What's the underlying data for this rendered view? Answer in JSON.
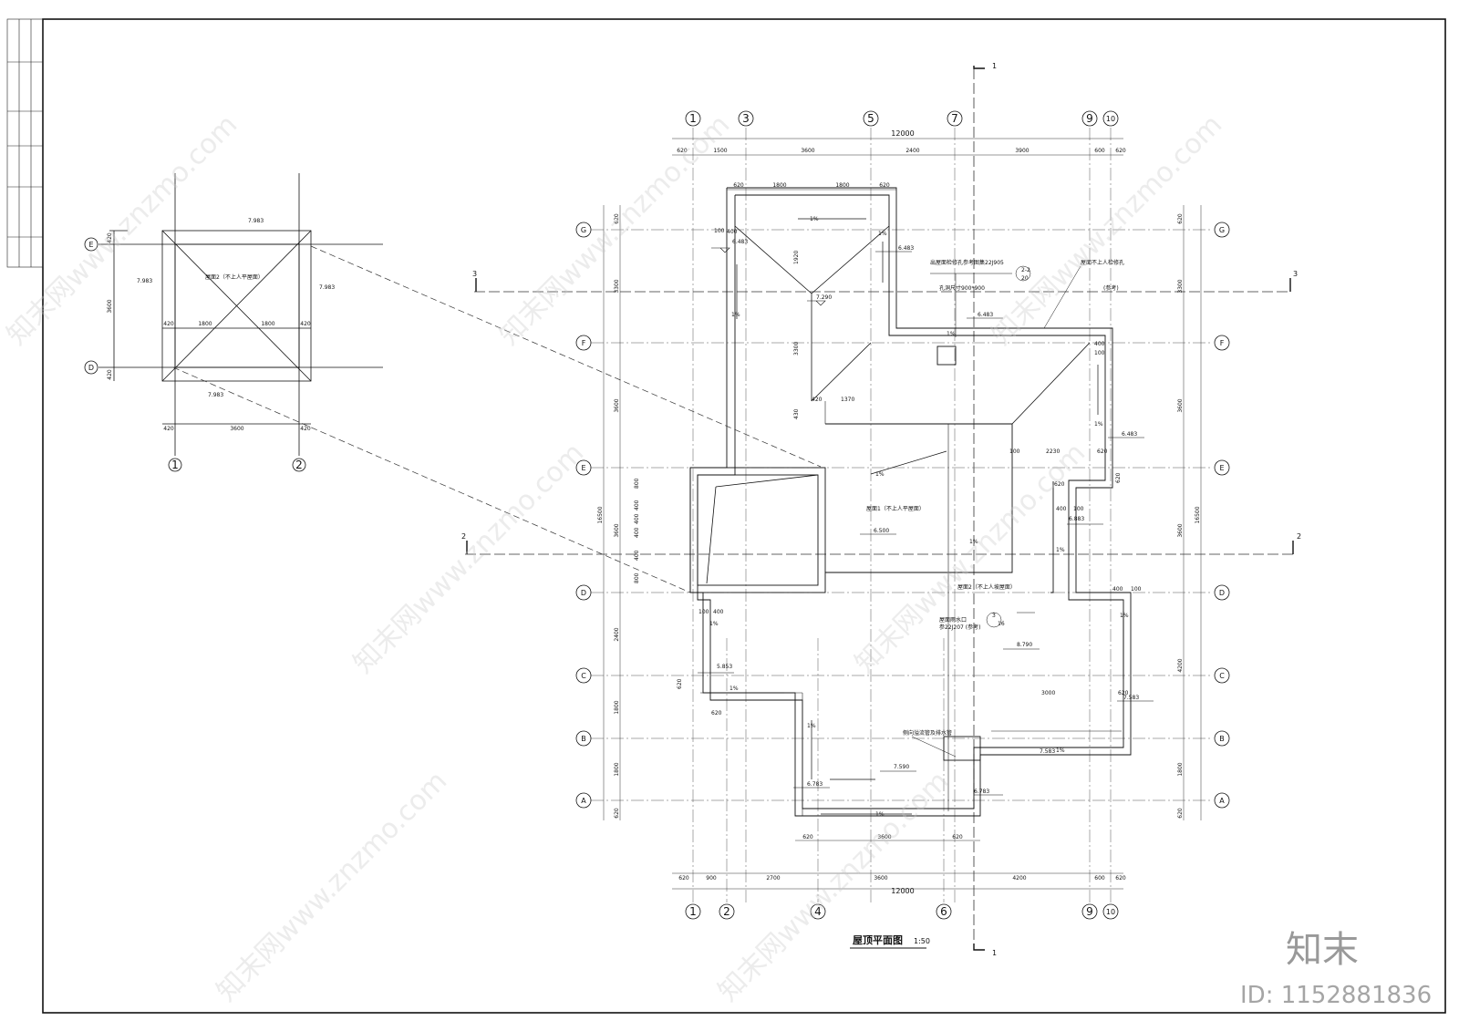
{
  "drawing": {
    "title": "屋顶平面图",
    "scale": "1:50"
  },
  "axes": {
    "top": [
      "1",
      "3",
      "5",
      "7",
      "9",
      "10"
    ],
    "bottom": [
      "1",
      "2",
      "4",
      "6",
      "9",
      "10"
    ],
    "rows": [
      "G",
      "F",
      "E",
      "D",
      "C",
      "B",
      "A"
    ],
    "detail_rows": [
      "E",
      "D"
    ],
    "detail_cols": [
      "1",
      "2"
    ]
  },
  "section_marks": [
    "1",
    "1",
    "2",
    "2",
    "3",
    "3"
  ],
  "dimensions": {
    "top_total": "12000",
    "top_segments": [
      "620",
      "1500",
      "3600",
      "2400",
      "3900",
      "600",
      "620"
    ],
    "top_upper": [
      "620",
      "1800",
      "1800",
      "620"
    ],
    "bottom_total": "12000",
    "bottom_segments": [
      "620",
      "900",
      "2700",
      "3600",
      "4200",
      "600",
      "620"
    ],
    "bottom_inner": [
      "620",
      "3600",
      "620"
    ],
    "left_total": "16500",
    "left_segments": [
      "620",
      "3300",
      "3600",
      "3600",
      "2400",
      "1800",
      "1800",
      "620"
    ],
    "right_total": "16500",
    "right_segments": [
      "620",
      "3300",
      "3600",
      "3600",
      "4200",
      "1800",
      "620"
    ],
    "detail_width": [
      "420",
      "1800",
      "1800",
      "420"
    ],
    "detail_bottom": [
      "420",
      "3600",
      "420"
    ],
    "detail_height": "3600",
    "detail_side": [
      "420",
      "420"
    ],
    "misc": [
      "100",
      "400",
      "1920",
      "3300",
      "430",
      "420",
      "1370",
      "100",
      "400",
      "2230",
      "620",
      "620",
      "400",
      "100",
      "400",
      "100",
      "620",
      "100",
      "400",
      "620",
      "620",
      "3000",
      "620",
      "800",
      "400",
      "400",
      "400",
      "400",
      "800",
      "100"
    ]
  },
  "elevations": [
    "7.983",
    "7.983",
    "7.983",
    "7.983",
    "6.483",
    "6.483",
    "7.290",
    "6.483",
    "6.483",
    "6.500",
    "6.883",
    "8.790",
    "5.853",
    "7.583",
    "7.583",
    "7.590",
    "6.783",
    "6.783"
  ],
  "slopes": [
    "1%",
    "1%",
    "1%",
    "1%",
    "1%",
    "1%",
    "1%",
    "1%",
    "1%",
    "1%",
    "1%",
    "1%",
    "1%",
    "1%"
  ],
  "notes": {
    "roof1": "屋面1（不上人平屋面）",
    "roof2": "屋面2（不上人坡屋面）",
    "roof_detail": "屋面2（不上人平屋面）",
    "drain1": "出屋面检修孔参考图集22J905",
    "drain1b": "孔洞尺寸900*900",
    "drain1_ref": "2-2",
    "drain1_page": "20",
    "hatch": "屋面不上人检修孔",
    "hatch_b": "(参考)",
    "outlet": "屋面雨水口",
    "outlet_b": "参22J207 (参考)",
    "outlet_ref": "3",
    "outlet_page": "16",
    "gutter": "侧向溢流管及排水管"
  },
  "watermark": {
    "text": "知末网www.znzmo.com",
    "brand": "知末",
    "id": "ID: 1152881836"
  }
}
